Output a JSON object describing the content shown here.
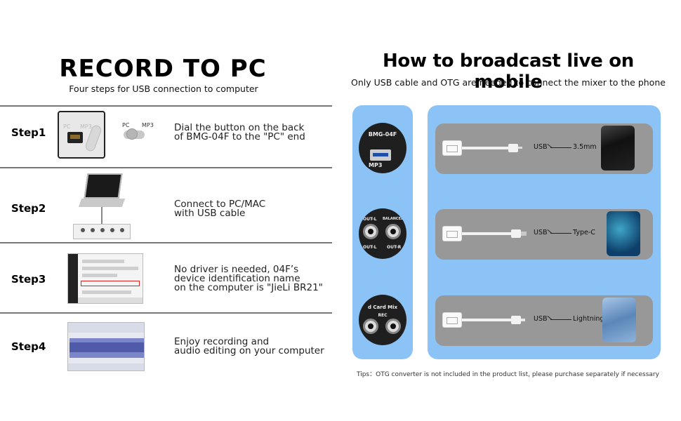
{
  "left": {
    "title": "RECORD TO PC",
    "subtitle": "Four steps for USB connection to computer",
    "steps": [
      {
        "label": "Step1",
        "desc": "Dial the button on the back\nof BMG-04F to the \"PC\" end"
      },
      {
        "label": "Step2",
        "desc": "Connect to PC/MAC\nwith USB cable"
      },
      {
        "label": "Step3",
        "desc": "No driver is needed, 04F’s\ndevice identification name\non the computer is \"JieLi BR21\""
      },
      {
        "label": "Step4",
        "desc": "Enjoy recording and\naudio editing on your computer"
      }
    ],
    "switch": {
      "pc": "PC",
      "mp3": "MP3"
    },
    "back_panel": {
      "pc": "PC",
      "mp3": "MP3"
    }
  },
  "right": {
    "title": "How to broadcast live on mobile",
    "subtitle": "Only USB cable and OTG are needed to connect the mixer to the phone",
    "ports": [
      {
        "label_top": "BMG-04F",
        "label_bottom": "MP3"
      },
      {
        "label_left": "OUT-L",
        "label_right": "BALANCED",
        "label_bl": "OUT-L",
        "label_br": "OUT-R"
      },
      {
        "label_top": "d Card Mix",
        "label_mid": "REC"
      }
    ],
    "cables": [
      {
        "usb": "USB",
        "connector": "3.5mm"
      },
      {
        "usb": "USB",
        "connector": "Type-C"
      },
      {
        "usb": "USB",
        "connector": "Lightning"
      }
    ],
    "tips": "Tips：OTG converter is not included in the product list, please purchase separately if necessary"
  },
  "colors": {
    "blue_panel": "#8cc3f7",
    "cable_row": "#989898"
  }
}
